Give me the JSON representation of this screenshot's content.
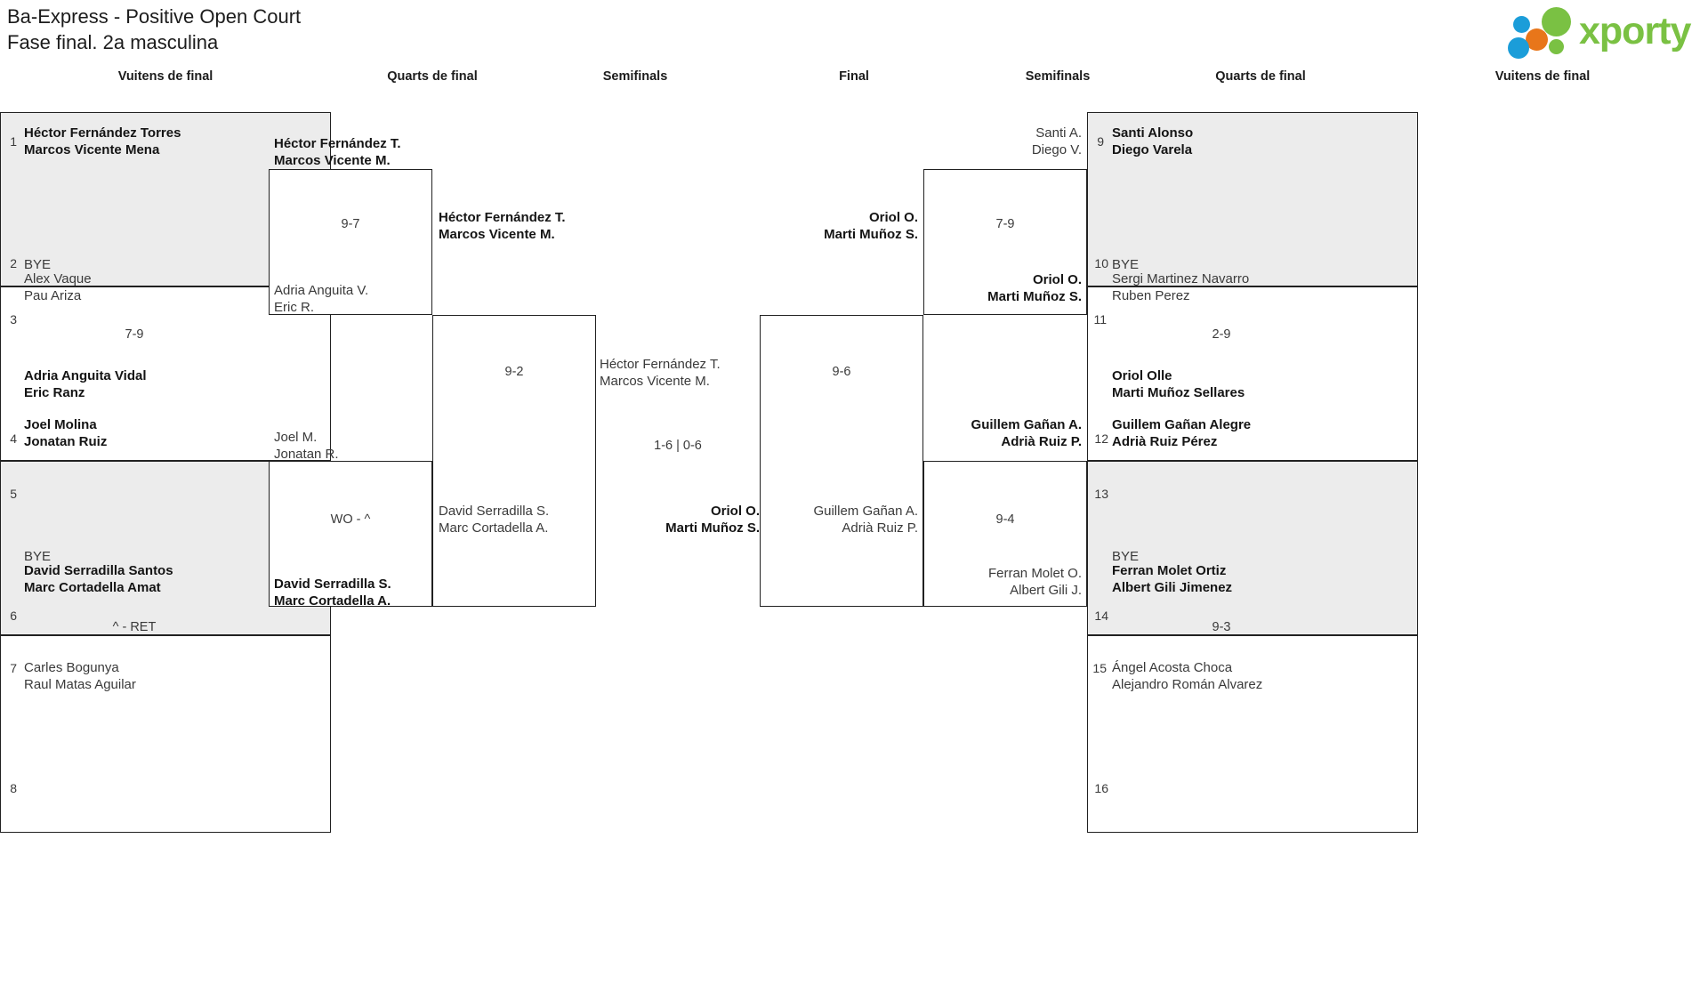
{
  "header": {
    "title": "Ba-Express - Positive Open Court",
    "subtitle": "Fase final. 2a masculina",
    "logo_text": "xporty",
    "logo_colors": {
      "green": "#7ac143",
      "blue": "#1b9dd9",
      "orange": "#e8761a"
    }
  },
  "round_headers": {
    "r16_left": "Vuitens de final",
    "qf_left": "Quarts de final",
    "sf_left": "Semifinals",
    "final": "Final",
    "sf_right": "Semifinals",
    "qf_right": "Quarts de final",
    "r16_right": "Vuitens de final"
  },
  "r16_left": [
    {
      "seed": "1",
      "p1": "Héctor Fernández Torres",
      "p2": "Marcos Vicente Mena",
      "winner": true,
      "bye": false
    },
    {
      "seed": "2",
      "p1": "BYE",
      "p2": "",
      "winner": false,
      "bye": true
    },
    {
      "seed": "3",
      "p1": "Alex Vaque",
      "p2": "Pau Ariza",
      "winner": false,
      "bye": false
    },
    {
      "seed": "4",
      "p1": "Adria Anguita Vidal",
      "p2": "Eric Ranz",
      "winner": true,
      "bye": false
    },
    {
      "seed": "5",
      "p1": "Joel Molina",
      "p2": "Jonatan Ruiz",
      "winner": true,
      "bye": false
    },
    {
      "seed": "6",
      "p1": "BYE",
      "p2": "",
      "winner": false,
      "bye": true
    },
    {
      "seed": "7",
      "p1": "David Serradilla Santos",
      "p2": "Marc Cortadella Amat",
      "winner": true,
      "bye": false
    },
    {
      "seed": "8",
      "p1": "Carles Bogunya",
      "p2": "Raul Matas Aguilar",
      "winner": false,
      "bye": false
    }
  ],
  "r16_left_scores": {
    "m1": "",
    "m2": "7-9",
    "m3": "",
    "m4": "^ - RET"
  },
  "qf_left": [
    {
      "p1": "Héctor Fernández T.",
      "p2": "Marcos Vicente M.",
      "winner": true
    },
    {
      "p1": "Adria Anguita V.",
      "p2": "Eric R.",
      "winner": false
    },
    {
      "p1": "Joel M.",
      "p2": "Jonatan R.",
      "winner": false
    },
    {
      "p1": "David Serradilla S.",
      "p2": "Marc Cortadella A.",
      "winner": true
    }
  ],
  "qf_left_scores": {
    "m1": "9-7",
    "m2": "WO - ^"
  },
  "sf_left": [
    {
      "p1": "Héctor Fernández T.",
      "p2": "Marcos Vicente M.",
      "winner": true
    },
    {
      "p1": "David Serradilla S.",
      "p2": "Marc Cortadella A.",
      "winner": false
    }
  ],
  "sf_left_score": "9-2",
  "final": {
    "top": {
      "p1": "Héctor Fernández T.",
      "p2": "Marcos Vicente M.",
      "winner": false
    },
    "bottom": {
      "p1": "Oriol O.",
      "p2": "Marti Muñoz S.",
      "winner": true
    },
    "score": "1-6 | 0-6"
  },
  "sf_right": [
    {
      "p1": "Oriol O.",
      "p2": "Marti Muñoz S.",
      "winner": true
    },
    {
      "p1": "Guillem Gañan A.",
      "p2": "Adrià Ruiz P.",
      "winner": false
    }
  ],
  "sf_right_score": "9-6",
  "qf_right": [
    {
      "p1": "Santi A.",
      "p2": "Diego V.",
      "winner": false
    },
    {
      "p1": "Oriol O.",
      "p2": "Marti Muñoz S.",
      "winner": true
    },
    {
      "p1": "Guillem Gañan A.",
      "p2": "Adrià Ruiz P.",
      "winner": true
    },
    {
      "p1": "Ferran Molet O.",
      "p2": "Albert Gili J.",
      "winner": false
    }
  ],
  "qf_right_scores": {
    "m1": "7-9",
    "m2": "9-4"
  },
  "r16_right": [
    {
      "seed": "9",
      "p1": "Santi Alonso",
      "p2": "Diego Varela",
      "winner": true,
      "bye": false
    },
    {
      "seed": "10",
      "p1": "BYE",
      "p2": "",
      "winner": false,
      "bye": true
    },
    {
      "seed": "11",
      "p1": "Sergi Martinez Navarro",
      "p2": "Ruben Perez",
      "winner": false,
      "bye": false
    },
    {
      "seed": "12",
      "p1": "Oriol Olle",
      "p2": "Marti Muñoz Sellares",
      "winner": true,
      "bye": false
    },
    {
      "seed": "13",
      "p1": "Guillem Gañan Alegre",
      "p2": "Adrià Ruiz Pérez",
      "winner": true,
      "bye": false
    },
    {
      "seed": "14",
      "p1": "BYE",
      "p2": "",
      "winner": false,
      "bye": true
    },
    {
      "seed": "15",
      "p1": "Ferran Molet Ortiz",
      "p2": "Albert Gili Jimenez",
      "winner": true,
      "bye": false
    },
    {
      "seed": "16",
      "p1": "Ángel Acosta Choca",
      "p2": "Alejandro Román Alvarez",
      "winner": false,
      "bye": false
    }
  ],
  "r16_right_scores": {
    "m1": "",
    "m2": "2-9",
    "m3": "",
    "m4": "9-3"
  }
}
